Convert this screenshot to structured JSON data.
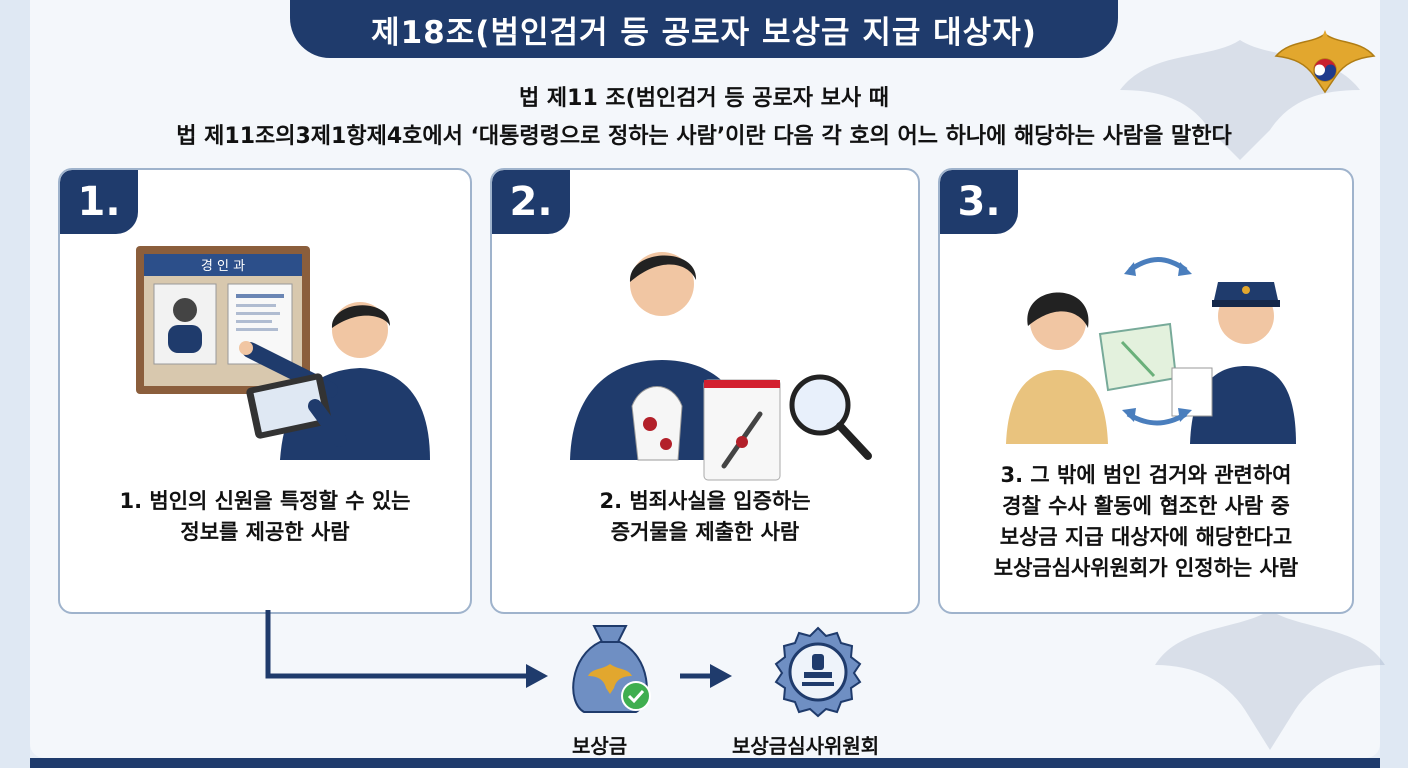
{
  "title": "제18조(범인검거 등 공로자 보상금 지급 대상자)",
  "subtitle_line1": "법 제11 조(범인검거 등 공로자 보사   때",
  "subtitle_line2": "법 제11조의3제1항제4호에서 ‘대통령령으로 정하는 사람’이란 다음 각 호의 어느 하나에 해당하는 사람을 말한다",
  "cards": [
    {
      "number": "1.",
      "board_label": "경 인 과",
      "text_line1": "1. 범인의 신원을 특정할 수 있는",
      "text_line2": "정보를 제공한 사람"
    },
    {
      "number": "2.",
      "text_line1": "2. 범죄사실을 입증하는",
      "text_line2": "증거물을 제출한 사람"
    },
    {
      "number": "3.",
      "text_line1": "3. 그 밖에 범인 검거와 관련하여",
      "text_line2": "경찰 수사 활동에 협조한 사람 중",
      "text_line3": "보상금 지급 대상자에 해당한다고",
      "text_line4": "보상금심사위원회가 인정하는 사람"
    }
  ],
  "flow": {
    "reward_label": "보상금",
    "committee_label": "보상금심사위원회"
  },
  "colors": {
    "navy": "#1f3b6c",
    "card_border": "#9fb3cc",
    "background": "#f4f7fb"
  }
}
